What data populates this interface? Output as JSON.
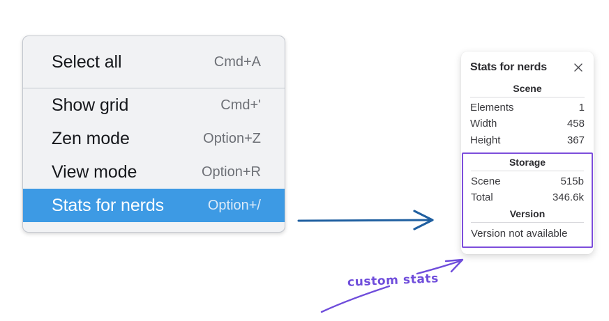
{
  "context_menu": {
    "groups": [
      {
        "items": [
          {
            "label": "Select all",
            "shortcut": "Cmd+A",
            "selected": false
          }
        ]
      },
      {
        "items": [
          {
            "label": "Show grid",
            "shortcut": "Cmd+'",
            "selected": false
          },
          {
            "label": "Zen mode",
            "shortcut": "Option+Z",
            "selected": false
          },
          {
            "label": "View mode",
            "shortcut": "Option+R",
            "selected": false
          },
          {
            "label": "Stats for nerds",
            "shortcut": "Option+/",
            "selected": true
          }
        ]
      }
    ],
    "highlight_color": "#3d9ae4"
  },
  "stats_panel": {
    "title": "Stats for nerds",
    "close_icon": "close-icon",
    "scene": {
      "heading": "Scene",
      "rows": [
        {
          "key": "Elements",
          "value": "1"
        },
        {
          "key": "Width",
          "value": "458"
        },
        {
          "key": "Height",
          "value": "367"
        }
      ]
    },
    "storage": {
      "heading": "Storage",
      "rows": [
        {
          "key": "Scene",
          "value": "515b"
        },
        {
          "key": "Total",
          "value": "346.6k"
        }
      ]
    },
    "version": {
      "heading": "Version",
      "text": "Version not available"
    },
    "highlight_border_color": "#7c4ddb"
  },
  "annotations": {
    "handwritten_label": "custom stats",
    "handwriting_color": "#6f4ddb",
    "flow_arrow_color": "#1f5fa0"
  }
}
